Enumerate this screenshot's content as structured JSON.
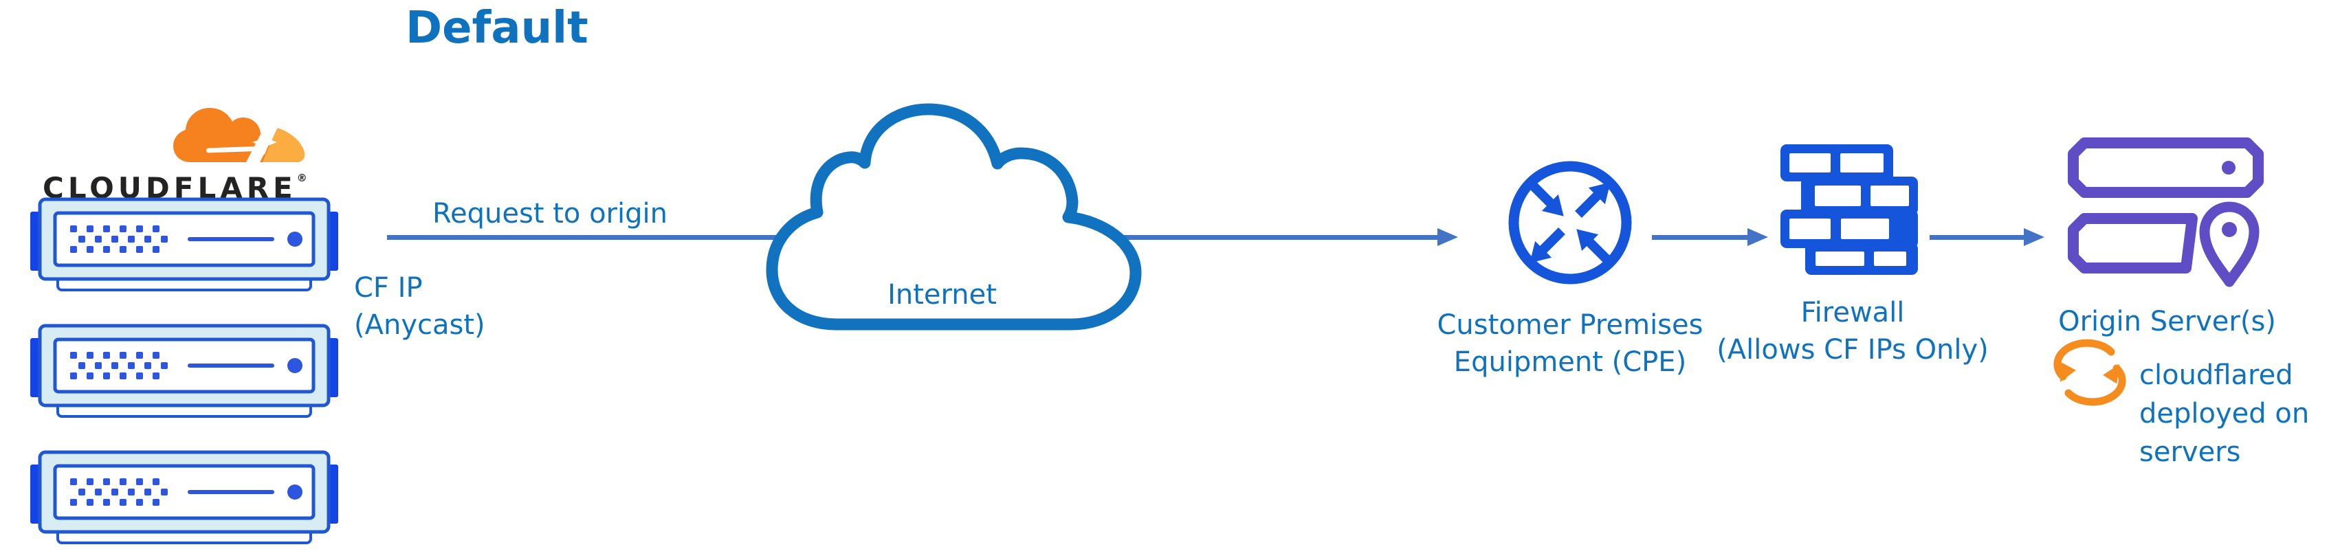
{
  "title": "Default",
  "brand": {
    "wordmark": "CLOUDFLARE",
    "registered": "®"
  },
  "labels": {
    "request_to_origin": "Request to origin",
    "cf_ip_line1": "CF IP",
    "cf_ip_line2": "(Anycast)",
    "internet": "Internet",
    "cpe_line1": "Customer Premises",
    "cpe_line2": "Equipment (CPE)",
    "firewall_line1": "Firewall",
    "firewall_line2": "(Allows CF IPs Only)",
    "origin": "Origin Server(s)",
    "cloudflared_line1": "cloudflared",
    "cloudflared_line2": "deployed on",
    "cloudflared_line3": "servers"
  },
  "icons": {
    "cloudflare_logo": "cloudflare-cloud-logo",
    "edge_servers": "server-rack (x3)",
    "internet": "cloud-outline",
    "cpe": "router-circle-with-arrows",
    "firewall": "brick-wall",
    "origin": "servers-with-location-pin",
    "cloudflared": "sync-arrows"
  },
  "flow": {
    "from": "CLOUDFLARE edge servers",
    "via": [
      "Internet",
      "Customer Premises Equipment (CPE)",
      "Firewall (Allows CF IPs Only)"
    ],
    "to": "Origin Server(s)"
  },
  "colors": {
    "arrow_blue": "#4472C4",
    "icon_blue": "#1455DB",
    "text_blue": "#0F72BF",
    "cloud_stroke": "#1173BF",
    "purple": "#5E4DC5",
    "orange": "#F6821F",
    "orange_light": "#FBAD41",
    "sync_orange": "#F68B1E",
    "server_fill": "#D8ECF4",
    "server_stroke": "#2058D4",
    "tab_blue": "#1444E6",
    "dot_blue": "#2C55E0",
    "wordmark_black": "#232323"
  }
}
